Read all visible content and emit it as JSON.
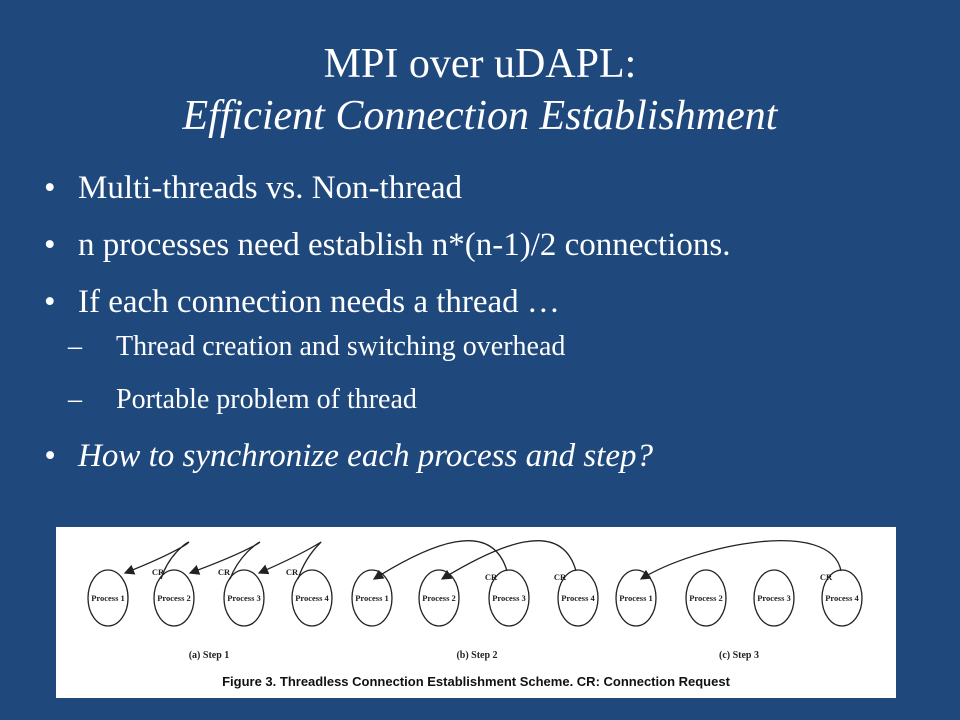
{
  "slide": {
    "title_line1": "MPI over uDAPL:",
    "title_line2": "Efficient Connection Establishment",
    "bullets": [
      "Multi-threads vs. Non-thread",
      "n processes need establish n*(n-1)/2 connections.",
      "If each connection needs a thread …",
      "How to synchronize each process and step?"
    ],
    "sub_bullets": [
      "Thread creation and switching overhead",
      "Portable problem of thread"
    ]
  },
  "figure": {
    "arrow_label": "CR",
    "process_labels": [
      "Process 1",
      "Process 2",
      "Process 3",
      "Process 4"
    ],
    "steps": [
      "(a) Step 1",
      "(b) Step 2",
      "(c) Step 3"
    ],
    "caption": "Figure 3. Threadless Connection Establishment Scheme. CR: Connection Request"
  },
  "colors": {
    "background": "#1f497d",
    "text": "#ffffff",
    "figure_background": "#ffffff",
    "figure_ink": "#222222"
  }
}
